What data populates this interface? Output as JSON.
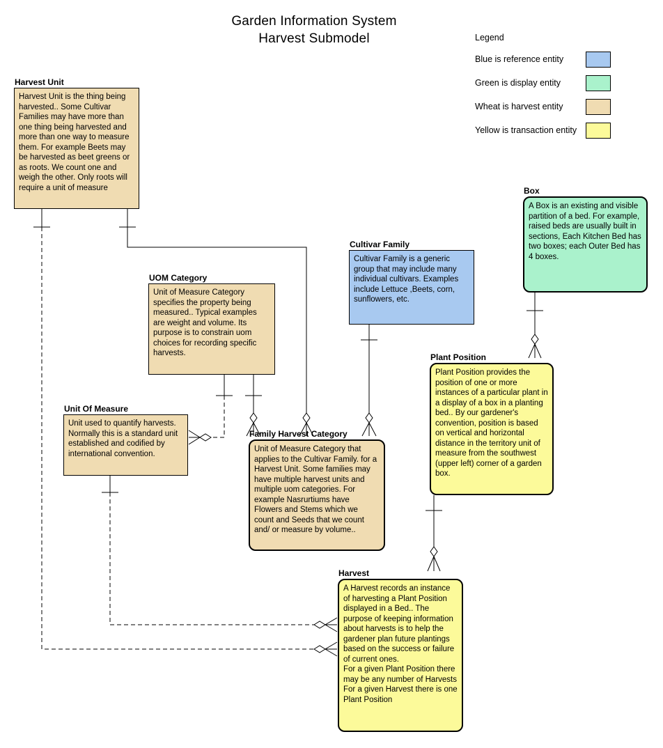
{
  "title": {
    "line1": "Garden Information System",
    "line2": "Harvest Submodel"
  },
  "legend": {
    "heading": "Legend",
    "items": [
      {
        "label": "Blue is reference entity",
        "color": "#a8c9f0"
      },
      {
        "label": "Green is display entity",
        "color": "#aaf2cc"
      },
      {
        "label": "Wheat is harvest entity",
        "color": "#f0dcb2"
      },
      {
        "label": "Yellow is transaction entity",
        "color": "#fcfa9a"
      }
    ]
  },
  "entities": {
    "harvest_unit": {
      "name": "Harvest Unit",
      "type": "harvest",
      "color": "#f0dcb2",
      "description": "Harvest Unit is the thing being harvested.. Some Cultivar Families may have more than one thing being harvested and more than one way to measure them. For example Beets may be harvested as beet greens or as roots. We count one and weigh the other. Only roots will require a unit of measure"
    },
    "uom_category": {
      "name": "UOM Category",
      "type": "harvest",
      "color": "#f0dcb2",
      "description": "Unit of Measure Category specifies the property being measured.. Typical examples are weight and volume. Its purpose is to constrain uom choices for recording specific harvests."
    },
    "unit_of_measure": {
      "name": "Unit Of Measure",
      "type": "harvest",
      "color": "#f0dcb2",
      "description": "Unit used to quantify harvests. Normally this is a standard unit established and codified by international convention."
    },
    "cultivar_family": {
      "name": "Cultivar Family",
      "type": "reference",
      "color": "#a8c9f0",
      "description": "Cultivar Family is a generic group that may include many individual cultivars. Examples include Lettuce ,Beets, corn, sunflowers, etc."
    },
    "box": {
      "name": "Box",
      "type": "display",
      "color": "#aaf2cc",
      "description": "A Box is an existing and visible partition of a bed.  For example, raised beds are usually built in sections, Each Kitchen Bed has two boxes; each Outer Bed has 4 boxes."
    },
    "plant_position": {
      "name": "Plant Position",
      "type": "transaction",
      "color": "#fcfa9a",
      "description": "Plant Position provides the position of one or more instances of a particular plant in a display of a box in a planting bed.. By our gardener's convention, position is based on vertical and horizontal distance in the territory unit of measure from the southwest (upper left) corner of a garden box."
    },
    "family_harvest_category": {
      "name": "Family Harvest Category",
      "type": "harvest",
      "color": "#f0dcb2",
      "description": "Unit of Measure Category that applies to the Cultivar Family. for a Harvest Unit. Some families may have multiple harvest units and multiple uom categories. For example Nasrurtiums have Flowers and Stems which we count and Seeds that we count and/ or  measure by volume.."
    },
    "harvest": {
      "name": "Harvest",
      "type": "transaction",
      "color": "#fcfa9a",
      "description": "A Harvest records an instance of harvesting  a  Plant Position displayed in a Bed.. The purpose of keeping information about harvests is to help the gardener plan future plantings based on the success or failure of current ones.\nFor a given  Plant Position there may be any number of Harvests\nFor a given Harvest there is one Plant Position"
    }
  },
  "relationships": [
    {
      "from": "Harvest Unit",
      "to": "Harvest",
      "line": "dashed",
      "parent_marker": "tick",
      "child_marker": "diamond-crow-foot"
    },
    {
      "from": "Harvest Unit",
      "to": "Family Harvest Category",
      "line": "solid",
      "parent_marker": "tick",
      "child_marker": "diamond-crow-foot"
    },
    {
      "from": "UOM Category",
      "to": "Unit Of Measure",
      "line": "dashed",
      "parent_marker": "tick",
      "child_marker": "diamond-crow-foot"
    },
    {
      "from": "UOM Category",
      "to": "Family Harvest Category",
      "line": "solid",
      "parent_marker": "tick",
      "child_marker": "diamond-crow-foot"
    },
    {
      "from": "Cultivar Family",
      "to": "Family Harvest Category",
      "line": "solid",
      "parent_marker": "tick",
      "child_marker": "diamond-crow-foot"
    },
    {
      "from": "Box",
      "to": "Plant Position",
      "line": "solid",
      "parent_marker": "tick",
      "child_marker": "diamond-crow-foot"
    },
    {
      "from": "Plant Position",
      "to": "Harvest",
      "line": "solid",
      "parent_marker": "tick",
      "child_marker": "diamond-crow-foot"
    },
    {
      "from": "Unit Of Measure",
      "to": "Harvest",
      "line": "dashed",
      "parent_marker": "tick",
      "child_marker": "diamond-crow-foot"
    }
  ]
}
